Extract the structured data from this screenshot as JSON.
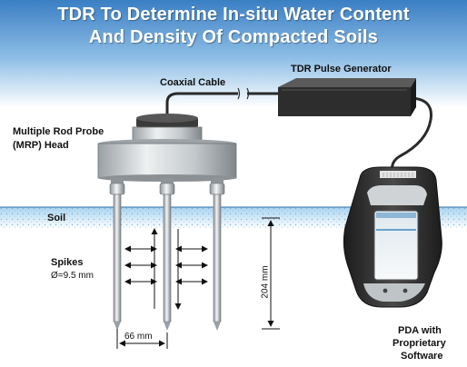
{
  "title": {
    "line1": "TDR To Determine In-situ Water Content",
    "line2": "And Density Of Compacted Soils"
  },
  "labels": {
    "coaxial_cable": "Coaxial Cable",
    "pulse_generator": "TDR Pulse Generator",
    "mrp_head_line1": "Multiple Rod Probe",
    "mrp_head_line2": "(MRP) Head",
    "soil": "Soil",
    "spikes": "Spikes",
    "spike_diameter": "Ø=9.5 mm",
    "rod_spacing": "66 mm",
    "probe_depth": "204 mm",
    "pda_line1": "PDA with",
    "pda_line2": "Proprietary",
    "pda_line3": "Software"
  },
  "colors": {
    "sky_top": "#3b7fc4",
    "sky_bottom": "#ffffff",
    "soil": "#cfe6f5",
    "device_dark": "#2a2a2a",
    "metal": "#cfd3d6"
  }
}
